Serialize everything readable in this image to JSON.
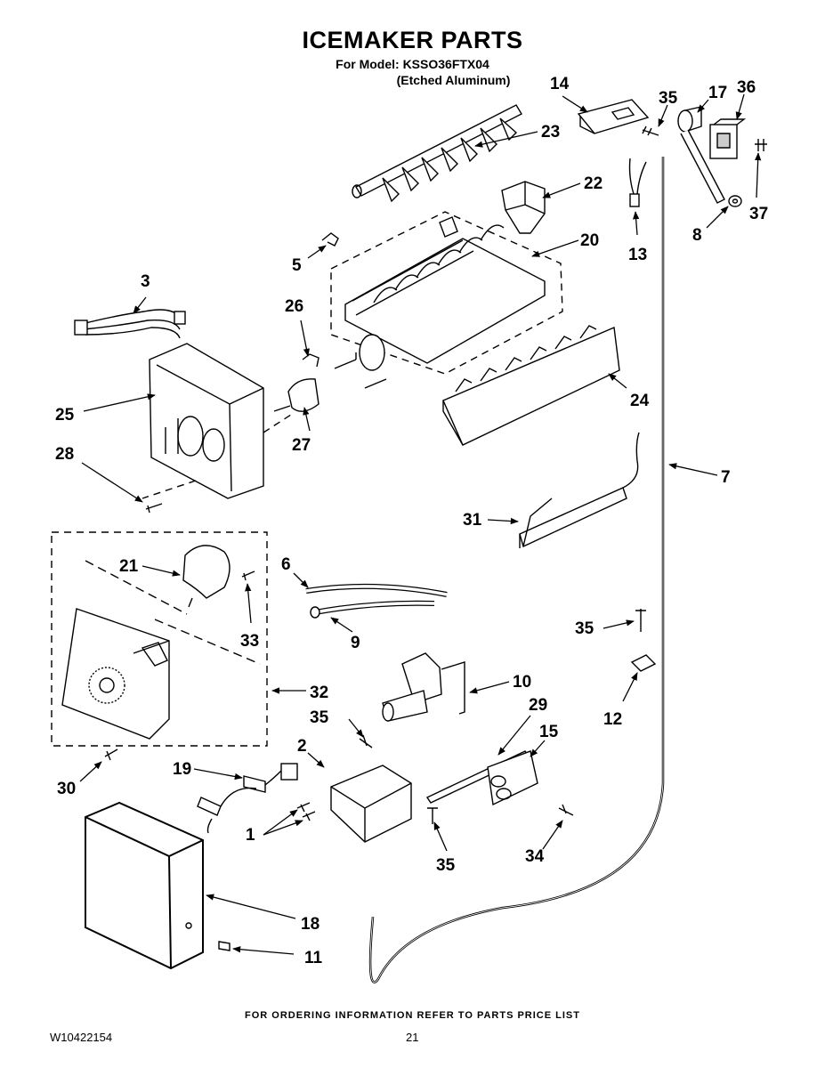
{
  "header": {
    "title": "ICEMAKER PARTS",
    "model_line": "For Model: KSSO36FTX04",
    "finish_line": "(Etched Aluminum)"
  },
  "callouts": [
    {
      "id": "c14",
      "label": "14"
    },
    {
      "id": "c35a",
      "label": "35"
    },
    {
      "id": "c17",
      "label": "17"
    },
    {
      "id": "c36",
      "label": "36"
    },
    {
      "id": "c23",
      "label": "23"
    },
    {
      "id": "c22",
      "label": "22"
    },
    {
      "id": "c13",
      "label": "13"
    },
    {
      "id": "c37",
      "label": "37"
    },
    {
      "id": "c8",
      "label": "8"
    },
    {
      "id": "c20",
      "label": "20"
    },
    {
      "id": "c5",
      "label": "5"
    },
    {
      "id": "c3",
      "label": "3"
    },
    {
      "id": "c26",
      "label": "26"
    },
    {
      "id": "c25",
      "label": "25"
    },
    {
      "id": "c24",
      "label": "24"
    },
    {
      "id": "c27",
      "label": "27"
    },
    {
      "id": "c28",
      "label": "28"
    },
    {
      "id": "c7",
      "label": "7"
    },
    {
      "id": "c31",
      "label": "31"
    },
    {
      "id": "c21",
      "label": "21"
    },
    {
      "id": "c6",
      "label": "6"
    },
    {
      "id": "c33",
      "label": "33"
    },
    {
      "id": "c9",
      "label": "9"
    },
    {
      "id": "c35b",
      "label": "35"
    },
    {
      "id": "c10",
      "label": "10"
    },
    {
      "id": "c32",
      "label": "32"
    },
    {
      "id": "c29",
      "label": "29"
    },
    {
      "id": "c12",
      "label": "12"
    },
    {
      "id": "c35c",
      "label": "35"
    },
    {
      "id": "c15",
      "label": "15"
    },
    {
      "id": "c2",
      "label": "2"
    },
    {
      "id": "c19",
      "label": "19"
    },
    {
      "id": "c30",
      "label": "30"
    },
    {
      "id": "c1",
      "label": "1"
    },
    {
      "id": "c35d",
      "label": "35"
    },
    {
      "id": "c34",
      "label": "34"
    },
    {
      "id": "c18",
      "label": "18"
    },
    {
      "id": "c11",
      "label": "11"
    }
  ],
  "footer": {
    "ordering_note": "FOR ORDERING INFORMATION REFER TO PARTS PRICE LIST",
    "document_number": "W10422154",
    "page_number": "21"
  }
}
